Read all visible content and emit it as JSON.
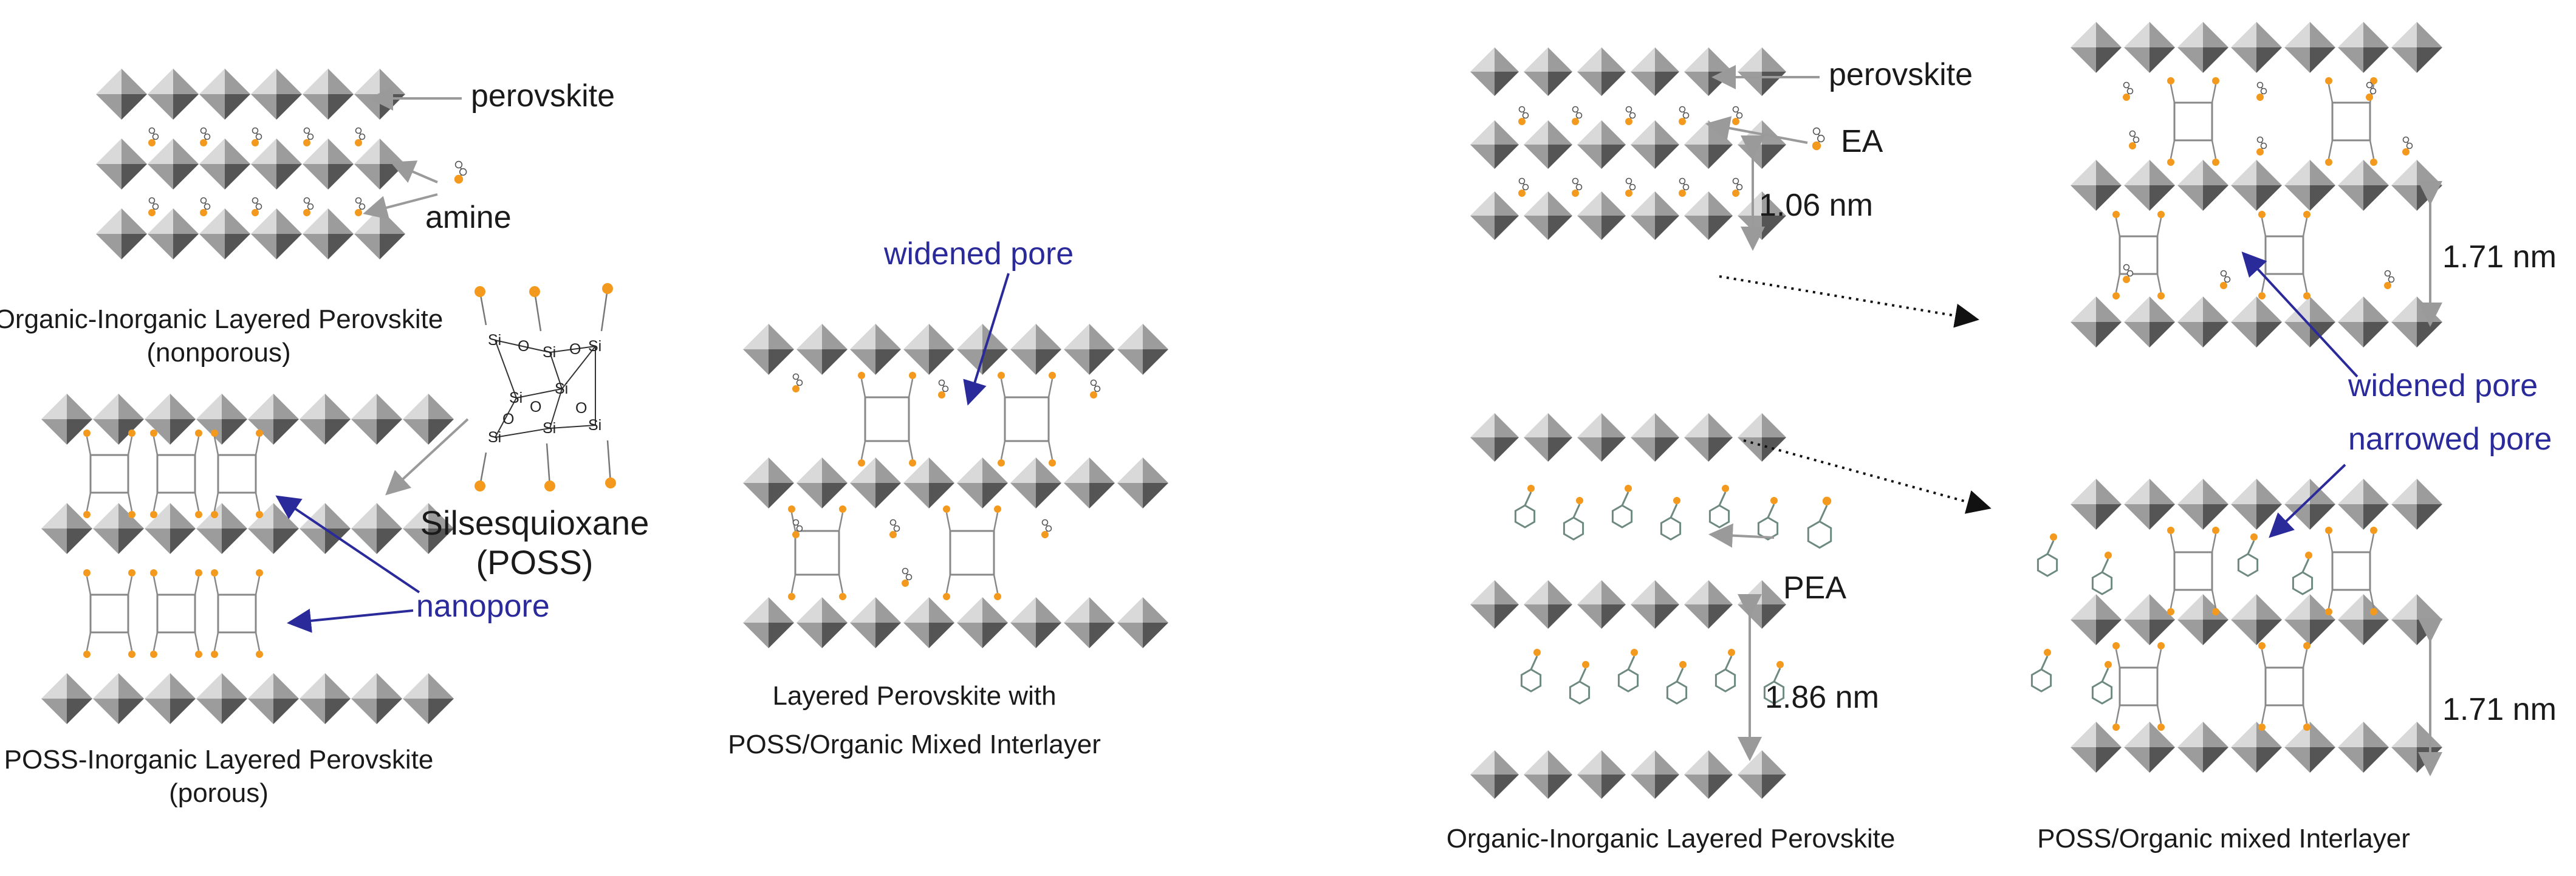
{
  "colors": {
    "octa_light": "#d9d9d9",
    "octa_mid": "#9c9c9c",
    "octa_dark": "#555555",
    "atom_orange": "#f39a1e",
    "atom_dark": "#8a8a8a",
    "arrow_grey": "#9a9a9a",
    "arrow_blue": "#2a2a9a",
    "pea_ring": "#6e8a80"
  },
  "panel_a": {
    "perovskite_label": "perovskite",
    "amine_label": "amine",
    "nonporous_caption_1": "Organic-Inorganic Layered Perovskite",
    "nonporous_caption_2": "(nonporous)",
    "poss_label_1": "Silsesquioxane",
    "poss_label_2": "(POSS)",
    "si_atom": "Si",
    "o_atom": "O",
    "nanopore_label": "nanopore",
    "porous_caption_1": "POSS-Inorganic Layered Perovskite",
    "porous_caption_2": "(porous)"
  },
  "panel_b": {
    "widened_pore_label": "widened pore",
    "caption_1": "Layered Perovskite with",
    "caption_2": "POSS/Organic Mixed Interlayer"
  },
  "panel_c": {
    "perovskite_label": "perovskite",
    "ea_label": "EA",
    "spacing_ea": "1.06 nm",
    "pea_label": "PEA",
    "spacing_pea": "1.86 nm",
    "caption_left": "Organic-Inorganic Layered Perovskite",
    "spacing_top_right": "1.71 nm",
    "widened_pore_label": "widened pore",
    "narrowed_pore_label": "narrowed pore",
    "spacing_bottom_right": "1.71 nm",
    "caption_right": "POSS/Organic mixed Interlayer"
  }
}
